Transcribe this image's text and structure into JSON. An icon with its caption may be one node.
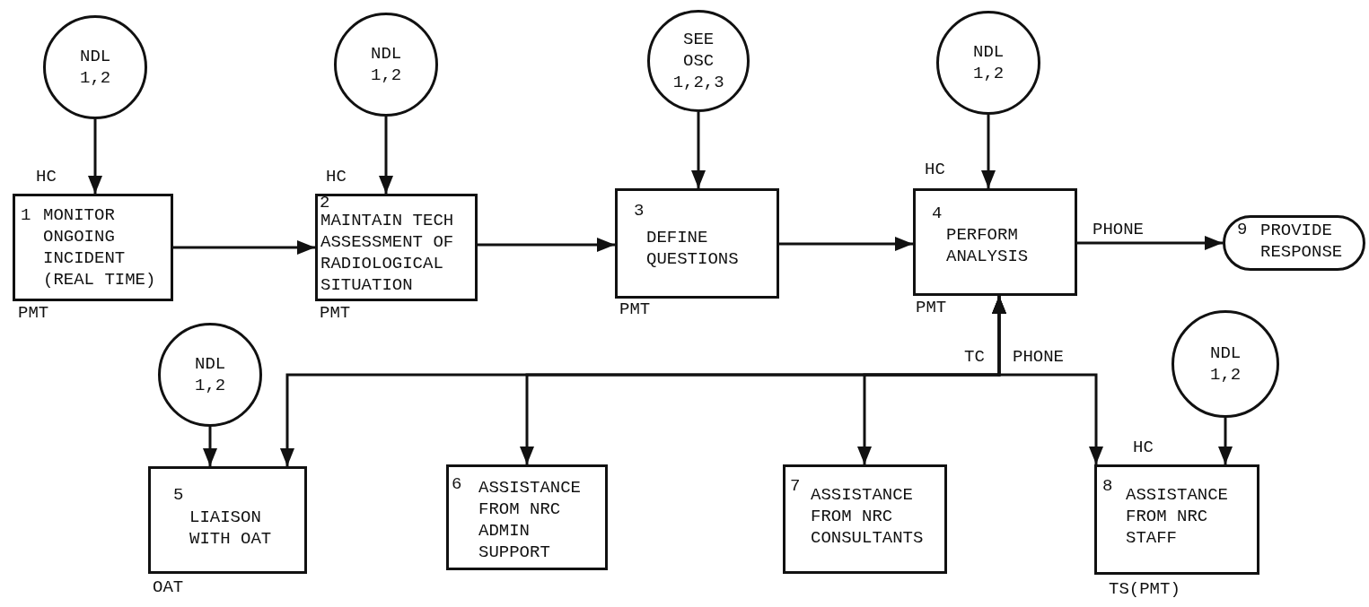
{
  "diagram": {
    "nodes": [
      {
        "text": [
          "NDL 1,2"
        ]
      },
      {
        "text": [
          "NDL 1,2"
        ]
      },
      {
        "text": [
          "SEE OSC 1,2,3"
        ]
      },
      {
        "text": [
          "NDL 1,2"
        ]
      },
      {
        "text": [
          "1",
          "MONITOR ONGOING INCIDENT (REAL TIME)"
        ],
        "beside": [
          "HC",
          "PMT"
        ]
      },
      {
        "text": [
          "2",
          "MAINTAIN TECH ASSESSMENT OF RADIOLOGICAL SITUATION"
        ],
        "beside": [
          "HC",
          "PMT"
        ]
      },
      {
        "text": [
          "3",
          "DEFINE QUESTIONS"
        ],
        "beside": [
          "PMT"
        ]
      },
      {
        "text": [
          "4",
          "PERFORM ANALYSIS"
        ],
        "beside": [
          "HC",
          "PMT"
        ]
      },
      {
        "text": [
          "9",
          "PROVIDE RESPONSE"
        ]
      },
      {
        "text": [
          "NDL 1,2"
        ]
      },
      {
        "text": [
          "NDL 1,2"
        ]
      },
      {
        "text": [
          "5",
          "LIAISON WITH OAT"
        ],
        "beside": [
          "OAT"
        ]
      },
      {
        "text": [
          "6",
          "ASSISTANCE FROM NRC ADMIN SUPPORT"
        ]
      },
      {
        "text": [
          "7",
          "ASSISTANCE FROM NRC CONSULTANTS"
        ]
      },
      {
        "text": [
          "8",
          "ASSISTANCE FROM NRC STAFF"
        ],
        "beside": [
          "HC",
          "TS(PMT)"
        ]
      }
    ],
    "edges": [
      {
        "from": 0,
        "to": 4,
        "arrow": "to"
      },
      {
        "from": 1,
        "to": 5,
        "arrow": "to"
      },
      {
        "from": 2,
        "to": 6,
        "arrow": "to"
      },
      {
        "from": 3,
        "to": 7,
        "arrow": "to"
      },
      {
        "from": 4,
        "to": 5,
        "arrow": "to"
      },
      {
        "from": 5,
        "to": 6,
        "arrow": "to"
      },
      {
        "from": 6,
        "to": 7,
        "arrow": "to"
      },
      {
        "from": 7,
        "to": 8,
        "arrow": "to",
        "label": "PHONE"
      },
      {
        "from": 9,
        "to": 11,
        "arrow": "to"
      },
      {
        "from": 10,
        "to": 14,
        "arrow": "to"
      },
      {
        "from": 7,
        "to": 11,
        "arrow": "both",
        "label": "TC"
      },
      {
        "from": 7,
        "to": 12,
        "arrow": "both"
      },
      {
        "from": 7,
        "to": 13,
        "arrow": "both"
      },
      {
        "from": 7,
        "to": 14,
        "arrow": "both",
        "label": "PHONE"
      }
    ]
  }
}
